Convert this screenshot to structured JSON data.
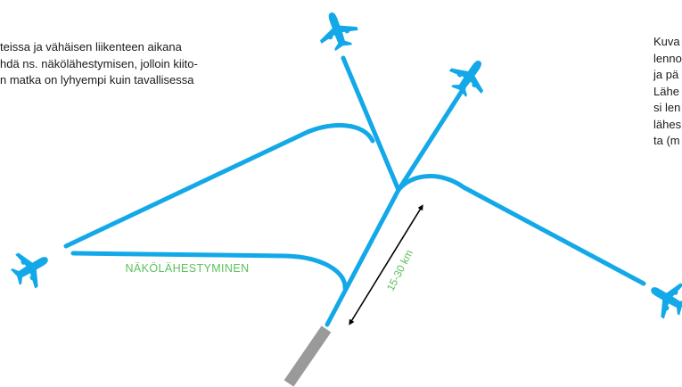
{
  "left_paragraph": {
    "lines": [
      "teissa ja vähäisen liikenteen aikana",
      "hdä ns. näkölähestymisen, jolloin kiito-",
      "n matka on lyhyempi kuin tavallisessa"
    ]
  },
  "right_paragraph": {
    "lines": [
      "Kuva",
      "lenno",
      "ja pä",
      "Lähe",
      "si len",
      "lähes",
      "ta (m"
    ]
  },
  "labels": {
    "visual_approach": "NÄKÖLÄHESTYMINEN",
    "distance": "15-30 km"
  },
  "colors": {
    "route": "#13a8e8",
    "visual_approach_text": "#5cc05a",
    "runway": "#9a9a9a",
    "text": "#1a1a1a",
    "arrow": "#000000"
  },
  "icons": [
    "airplane-icon"
  ]
}
